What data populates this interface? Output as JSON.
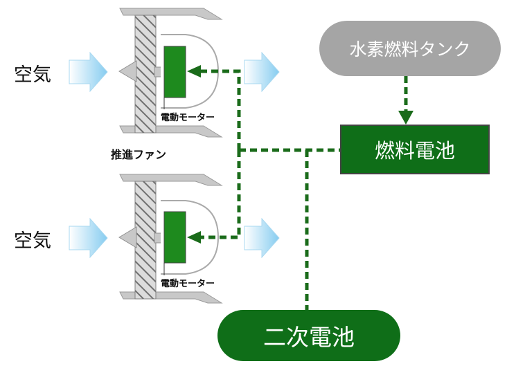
{
  "labels": {
    "air_top": "空気",
    "air_bottom": "空気",
    "motor_top": "電動モーター",
    "motor_bottom": "電動モーター",
    "propulsion_fan": "推進ファン"
  },
  "nodes": {
    "hydrogen_tank": "水素燃料タンク",
    "fuel_cell": "燃料電池",
    "secondary_battery": "二次電池"
  },
  "colors": {
    "tank_fill": "#a5a5a5",
    "dark_green": "#0f6e18",
    "motor_green": "#1e8a1e",
    "dash_green": "#1a6b1a",
    "air_arrow": "#8cd0f2",
    "fan_gray": "#c8c8c8"
  }
}
